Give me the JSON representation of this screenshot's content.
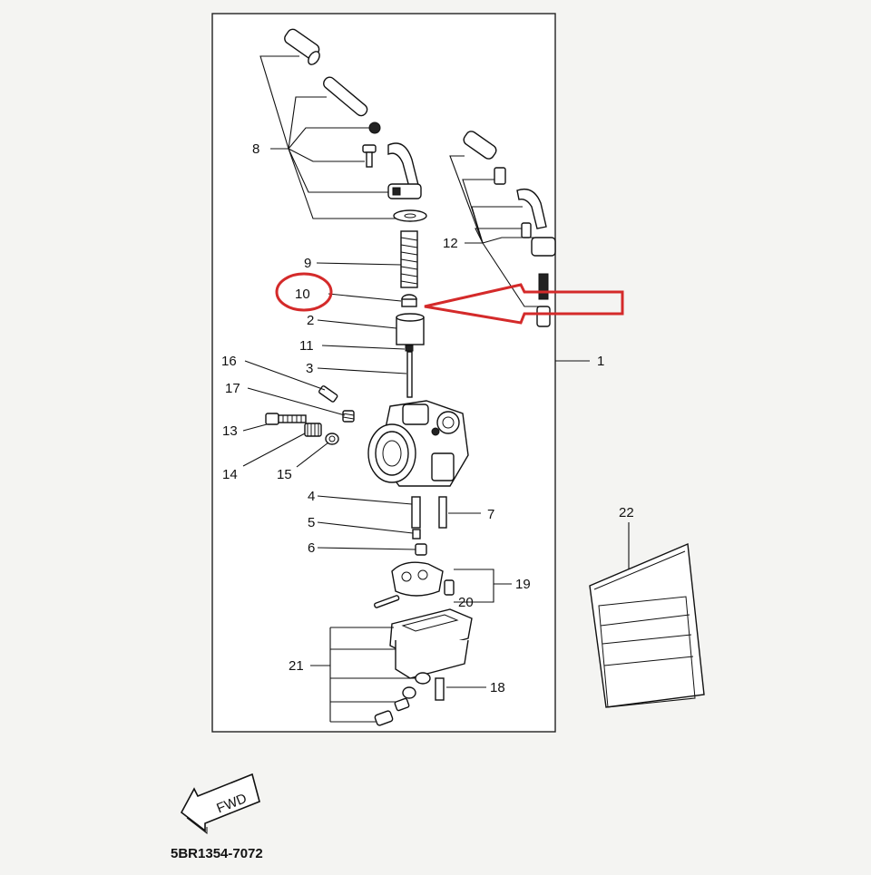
{
  "diagram": {
    "callouts": {
      "c1": "1",
      "c2": "2",
      "c3": "3",
      "c4": "4",
      "c5": "5",
      "c6": "6",
      "c7": "7",
      "c8": "8",
      "c9": "9",
      "c10": "10",
      "c11": "11",
      "c12": "12",
      "c13": "13",
      "c14": "14",
      "c15": "15",
      "c16": "16",
      "c17": "17",
      "c18": "18",
      "c19": "19",
      "c20": "20",
      "c21": "21",
      "c22": "22"
    },
    "fwd_label": "FWD",
    "part_code": "5BR1354-7072",
    "highlight": {
      "callout": "10",
      "color": "#d42a2a"
    }
  }
}
